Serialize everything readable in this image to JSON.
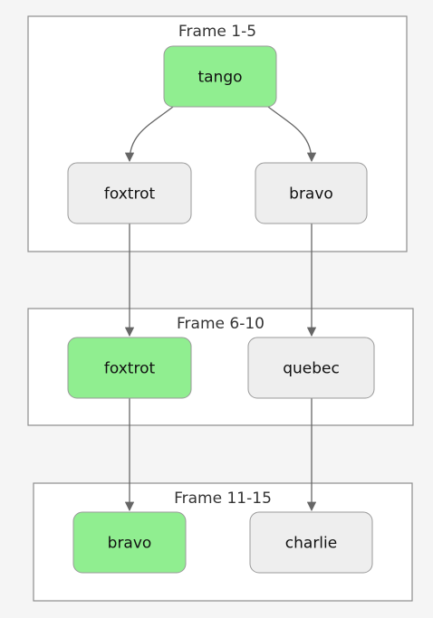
{
  "colors": {
    "background": "#f5f5f5",
    "frame_fill": "#ffffff",
    "frame_border": "#8c8c8c",
    "node_highlight": "#90ee90",
    "node_default": "#eeeeee",
    "node_border": "#999999",
    "edge": "#666666",
    "text": "#111111"
  },
  "frames": [
    {
      "id": "frame-1-5",
      "title": "Frame 1-5",
      "nodes": [
        {
          "id": "tango",
          "label": "tango",
          "highlighted": true
        }
      ],
      "rows": [
        [
          {
            "id": "foxtrot-a",
            "label": "foxtrot",
            "highlighted": false
          },
          {
            "id": "bravo-a",
            "label": "bravo",
            "highlighted": false
          }
        ]
      ]
    },
    {
      "id": "frame-6-10",
      "title": "Frame 6-10",
      "nodes": [
        {
          "id": "foxtrot-b",
          "label": "foxtrot",
          "highlighted": true
        },
        {
          "id": "quebec",
          "label": "quebec",
          "highlighted": false
        }
      ]
    },
    {
      "id": "frame-11-15",
      "title": "Frame 11-15",
      "nodes": [
        {
          "id": "bravo-b",
          "label": "bravo",
          "highlighted": true
        },
        {
          "id": "charlie",
          "label": "charlie",
          "highlighted": false
        }
      ]
    }
  ],
  "edges": [
    {
      "from": "tango",
      "to": "foxtrot-a"
    },
    {
      "from": "tango",
      "to": "bravo-a"
    },
    {
      "from": "foxtrot-a",
      "to": "foxtrot-b"
    },
    {
      "from": "bravo-a",
      "to": "quebec"
    },
    {
      "from": "foxtrot-b",
      "to": "bravo-b"
    },
    {
      "from": "quebec",
      "to": "charlie"
    }
  ]
}
